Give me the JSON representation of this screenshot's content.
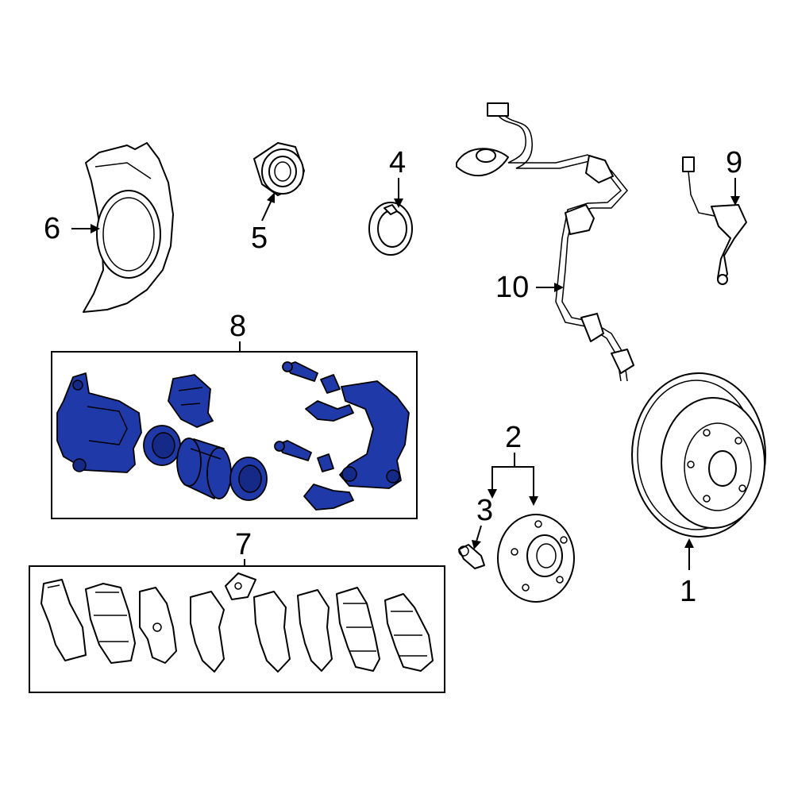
{
  "callouts": {
    "c1": "1",
    "c2": "2",
    "c3": "3",
    "c4": "4",
    "c5": "5",
    "c6": "6",
    "c7": "7",
    "c8": "8",
    "c9": "9",
    "c10": "10"
  },
  "colors": {
    "highlight": "#1f3aa8",
    "line": "#000000",
    "background": "#ffffff"
  }
}
